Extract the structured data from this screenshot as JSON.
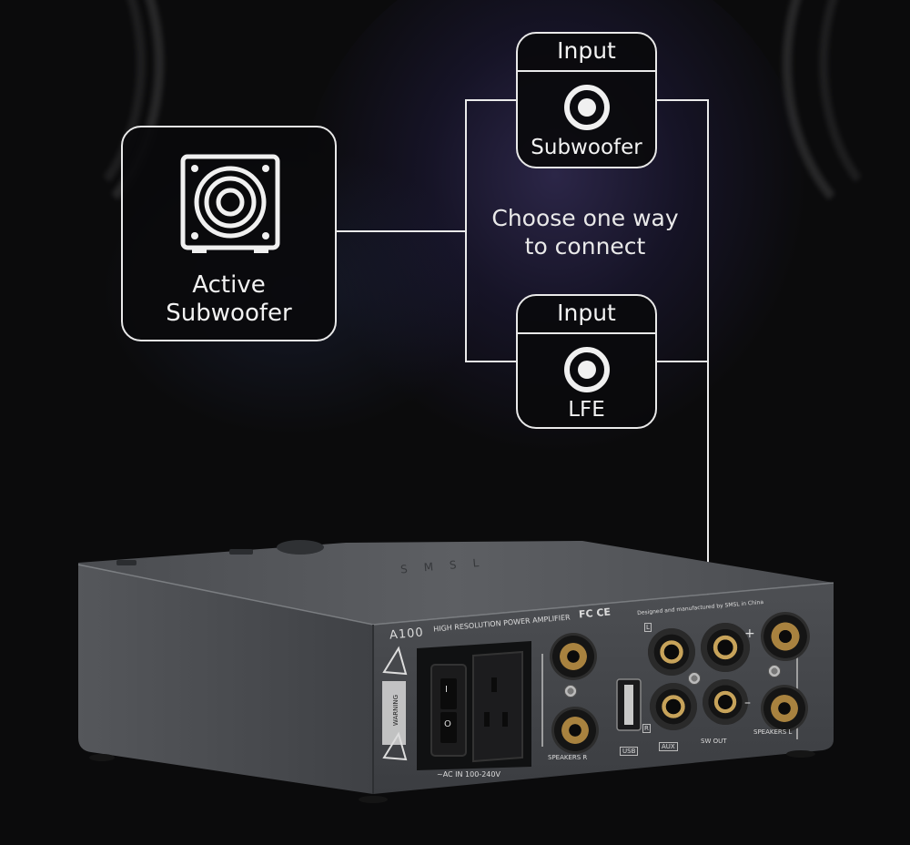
{
  "diagram": {
    "subwoofer_label_line1": "Active",
    "subwoofer_label_line2": "Subwoofer",
    "hint_line1": "Choose one way",
    "hint_line2": "to connect",
    "input_top": {
      "title": "Input",
      "label": "Subwoofer"
    },
    "input_bottom": {
      "title": "Input",
      "label": "LFE"
    }
  },
  "device": {
    "model": "A100",
    "model_subtitle": "HIGH RESOLUTION POWER AMPLIFIER",
    "brand_top": "SMSL",
    "manufacturer_note": "Designed and manufactured by SMSL in China",
    "cert_marks": "FC CE",
    "power_label": "~AC IN 100-240V",
    "warning_label": "WARNING",
    "port_labels": {
      "speakers_r": "SPEAKERS R",
      "usb": "USB",
      "aux": "AUX",
      "sw_out": "SW OUT",
      "speakers_l": "SPEAKERS L",
      "aux_l": "L",
      "aux_r": "R",
      "plus": "+",
      "minus": "–"
    },
    "switch_on": "I",
    "switch_off": "O"
  }
}
